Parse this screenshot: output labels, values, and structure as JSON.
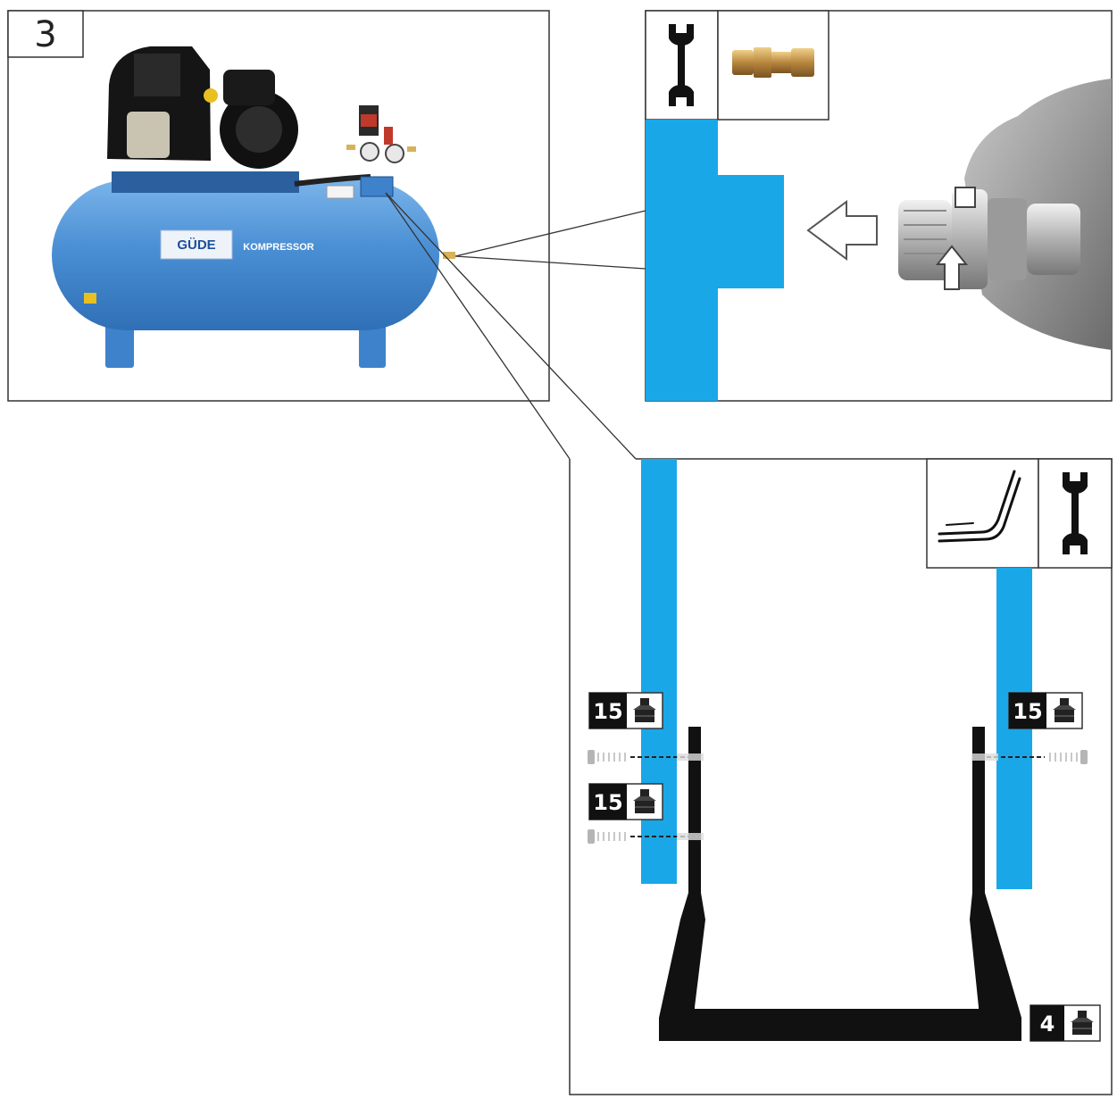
{
  "step_number": "3",
  "compressor": {
    "logo_text": "GÜDE",
    "brand_label": "KOMPRESSOR"
  },
  "parts": {
    "badge_top_left": "15",
    "badge_top_right": "15",
    "badge_mid_left": "15",
    "badge_bottom": "4"
  },
  "icons": {
    "wrench": "wrench-icon",
    "coupling": "quick-coupling-icon",
    "sealant": "sealing-tape-icon",
    "parts_box": "parts-box-icon",
    "arrow": "insert-arrow-icon"
  },
  "colors": {
    "tank_blue": "#4a8fd4",
    "pipe_blue": "#1aa7e8",
    "outline": "#333333",
    "badge": "#111111"
  }
}
